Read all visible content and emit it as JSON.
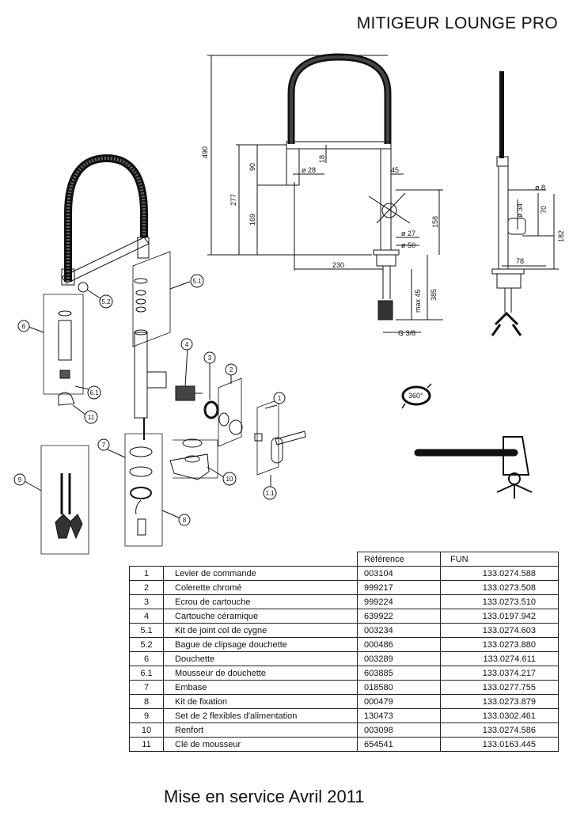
{
  "title": "MITIGEUR LOUNGE PRO",
  "footer": "Mise en service Avril 2011",
  "dimensions": {
    "d490": "490",
    "d90": "90",
    "d18": "18",
    "d28": "ø 28",
    "d277": "277",
    "d169": "169",
    "d45": "45",
    "d158": "158",
    "d27": "ø 27",
    "d50": "ø 50",
    "d230": "230",
    "d385": "385",
    "dmax45": "max 45",
    "thread": "G 3/8",
    "side8": "ø 8",
    "side34": "ø 34",
    "side70": "70",
    "side182": "182",
    "side78": "78",
    "rotation": "360°"
  },
  "callouts": {
    "c1": "1",
    "c11": "1.1",
    "c2": "2",
    "c3": "3",
    "c4": "4",
    "c51": "5.1",
    "c52": "5.2",
    "c6": "6",
    "c61": "6.1",
    "c7": "7",
    "c8": "8",
    "c9": "9",
    "c10": "10",
    "c11b": "11"
  },
  "table": {
    "headers": {
      "reference": "Référence",
      "fun": "FUN"
    },
    "rows": [
      {
        "num": "1",
        "desc": "Levier de commande",
        "ref": "003104",
        "fun": "133.0274.588"
      },
      {
        "num": "2",
        "desc": "Colerette chromé",
        "ref": "999217",
        "fun": "133.0273.508"
      },
      {
        "num": "3",
        "desc": "Ecrou de cartouche",
        "ref": "999224",
        "fun": "133.0273.510"
      },
      {
        "num": "4",
        "desc": "Cartouche céramique",
        "ref": "639922",
        "fun": "133.0197.942"
      },
      {
        "num": "5.1",
        "desc": "Kit de joint col de cygne",
        "ref": "003234",
        "fun": "133.0274.603"
      },
      {
        "num": "5.2",
        "desc": "Bague de clipsage douchette",
        "ref": "000486",
        "fun": "133.0273.880"
      },
      {
        "num": "6",
        "desc": "Douchette",
        "ref": "003289",
        "fun": "133.0274.611"
      },
      {
        "num": "6.1",
        "desc": "Mousseur de douchette",
        "ref": "603885",
        "fun": "133.0374.217"
      },
      {
        "num": "7",
        "desc": "Embase",
        "ref": "018580",
        "fun": "133.0277.755"
      },
      {
        "num": "8",
        "desc": "Kit de fixation",
        "ref": "000479",
        "fun": "133.0273.879"
      },
      {
        "num": "9",
        "desc": "Set de 2 flexibles d'alimentation",
        "ref": "130473",
        "fun": "133.0302.461"
      },
      {
        "num": "10",
        "desc": "Renfort",
        "ref": "003098",
        "fun": "133.0274.586"
      },
      {
        "num": "11",
        "desc": "Clé de mousseur",
        "ref": "654541",
        "fun": "133.0163.445"
      }
    ]
  }
}
